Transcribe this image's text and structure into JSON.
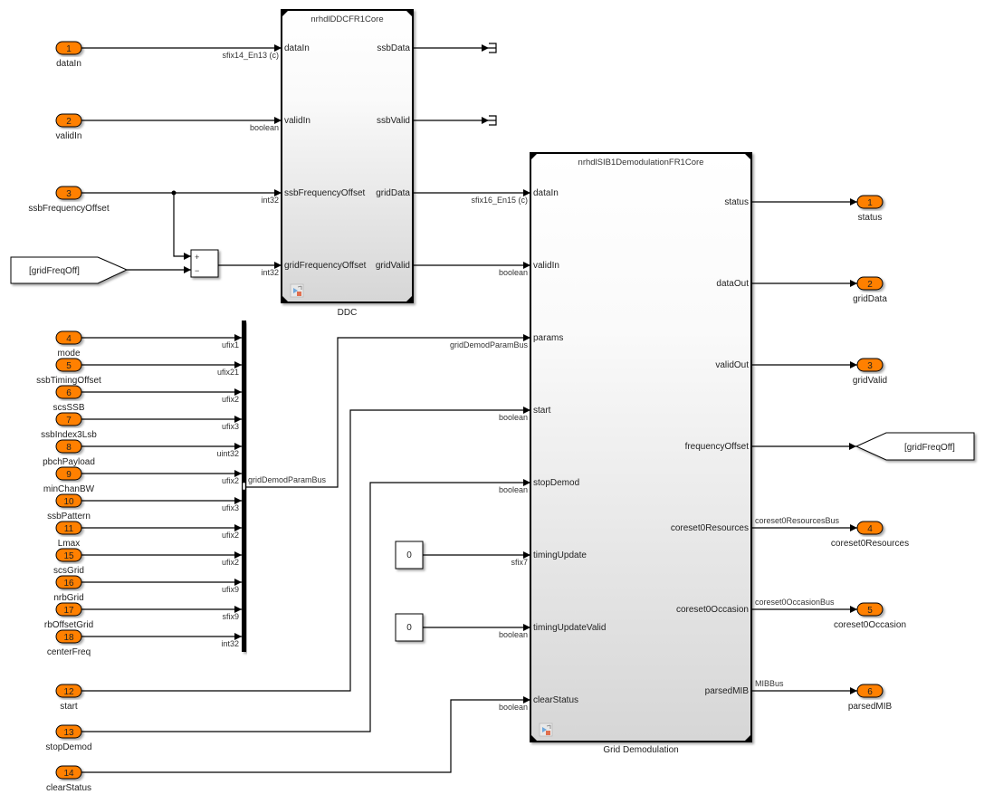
{
  "inports": [
    {
      "num": "1",
      "name": "dataIn",
      "signal": "sfix14_En13 (c)"
    },
    {
      "num": "2",
      "name": "validIn",
      "signal": "boolean"
    },
    {
      "num": "3",
      "name": "ssbFrequencyOffset",
      "signal": "int32"
    },
    {
      "num": "4",
      "name": "mode",
      "signal": "ufix1"
    },
    {
      "num": "5",
      "name": "ssbTimingOffset",
      "signal": "ufix21"
    },
    {
      "num": "6",
      "name": "scsSSB",
      "signal": "ufix2"
    },
    {
      "num": "7",
      "name": "ssbIndex3Lsb",
      "signal": "ufix3"
    },
    {
      "num": "8",
      "name": "pbchPayload",
      "signal": "uint32"
    },
    {
      "num": "9",
      "name": "minChanBW",
      "signal": "ufix2"
    },
    {
      "num": "10",
      "name": "ssbPattern",
      "signal": "ufix3"
    },
    {
      "num": "11",
      "name": "Lmax",
      "signal": "ufix2"
    },
    {
      "num": "15",
      "name": "scsGrid",
      "signal": "ufix2"
    },
    {
      "num": "16",
      "name": "nrbGrid",
      "signal": "ufix9"
    },
    {
      "num": "17",
      "name": "rbOffsetGrid",
      "signal": "sfix9"
    },
    {
      "num": "18",
      "name": "centerFreq",
      "signal": "int32"
    },
    {
      "num": "12",
      "name": "start",
      "signal": "boolean"
    },
    {
      "num": "13",
      "name": "stopDemod",
      "signal": "boolean"
    },
    {
      "num": "14",
      "name": "clearStatus",
      "signal": "boolean"
    }
  ],
  "outports": [
    {
      "num": "1",
      "name": "status"
    },
    {
      "num": "2",
      "name": "gridData"
    },
    {
      "num": "3",
      "name": "gridValid"
    },
    {
      "num": "4",
      "name": "coreset0Resources"
    },
    {
      "num": "5",
      "name": "coreset0Occasion"
    },
    {
      "num": "6",
      "name": "parsedMIB"
    }
  ],
  "ddc": {
    "title": "nrhdlDDCFR1Core",
    "label": "DDC",
    "inputs": [
      "dataIn",
      "validIn",
      "ssbFrequencyOffset",
      "gridFrequencyOffset"
    ],
    "outputs": [
      "ssbData",
      "ssbValid",
      "gridData",
      "gridValid"
    ],
    "gridFrequencyOffset_signal": "int32"
  },
  "demod": {
    "title": "nrhdlSIB1DemodulationFR1Core",
    "label": "Grid Demodulation",
    "inputs": [
      "dataIn",
      "validIn",
      "params",
      "start",
      "stopDemod",
      "timingUpdate",
      "timingUpdateValid",
      "clearStatus"
    ],
    "input_signals": [
      "sfix16_En15 (c)",
      "boolean",
      "gridDemodParamBus",
      "boolean",
      "boolean",
      "sfix7",
      "boolean",
      "boolean"
    ],
    "outputs": [
      "status",
      "dataOut",
      "validOut",
      "frequencyOffset",
      "coreset0Resources",
      "coreset0Occasion",
      "parsedMIB"
    ],
    "output_signals": [
      "",
      "",
      "",
      "",
      "coreset0ResourcesBus",
      "coreset0OccasionBus",
      "MIBBus"
    ]
  },
  "from_tag": {
    "label": "[gridFreqOff]"
  },
  "goto_tag": {
    "label": "[gridFreqOff]"
  },
  "sum_block": {
    "signs": [
      "+",
      "−"
    ]
  },
  "bus_creator": {
    "output_signal": "gridDemodParamBus"
  },
  "constants": [
    {
      "value": "0"
    },
    {
      "value": "0"
    }
  ],
  "colors": {
    "port_fill": "#ff8000",
    "wire": "#000000",
    "block_top": "#ffffff",
    "block_bottom": "#d9d9d9"
  }
}
